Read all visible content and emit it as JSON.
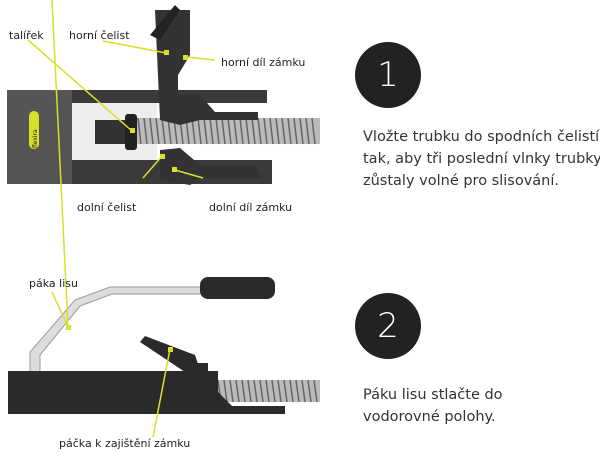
{
  "step1": {
    "number": "1",
    "lines": [
      "Vložte trubku do spodních čelistí",
      "tak, aby tři poslední vlnky trubky",
      "zůstaly volné pro slisování."
    ],
    "labels": {
      "plate": "talířek",
      "upper_jaw": "horní čelist",
      "upper_lock": "horní díl zámku",
      "lower_jaw": "dolní čelist",
      "lower_lock": "dolní díl zámku",
      "brand": "flexira"
    }
  },
  "step2": {
    "number": "2",
    "lines": [
      "Páku lisu stlačte do",
      "vodorovné polohy."
    ],
    "labels": {
      "press_lever": "páka lisu",
      "lock_lever": "páčka k zajištění zámku"
    }
  },
  "colors": {
    "accent": "#d8e02a",
    "dark": "#222222",
    "text": "#333333"
  }
}
